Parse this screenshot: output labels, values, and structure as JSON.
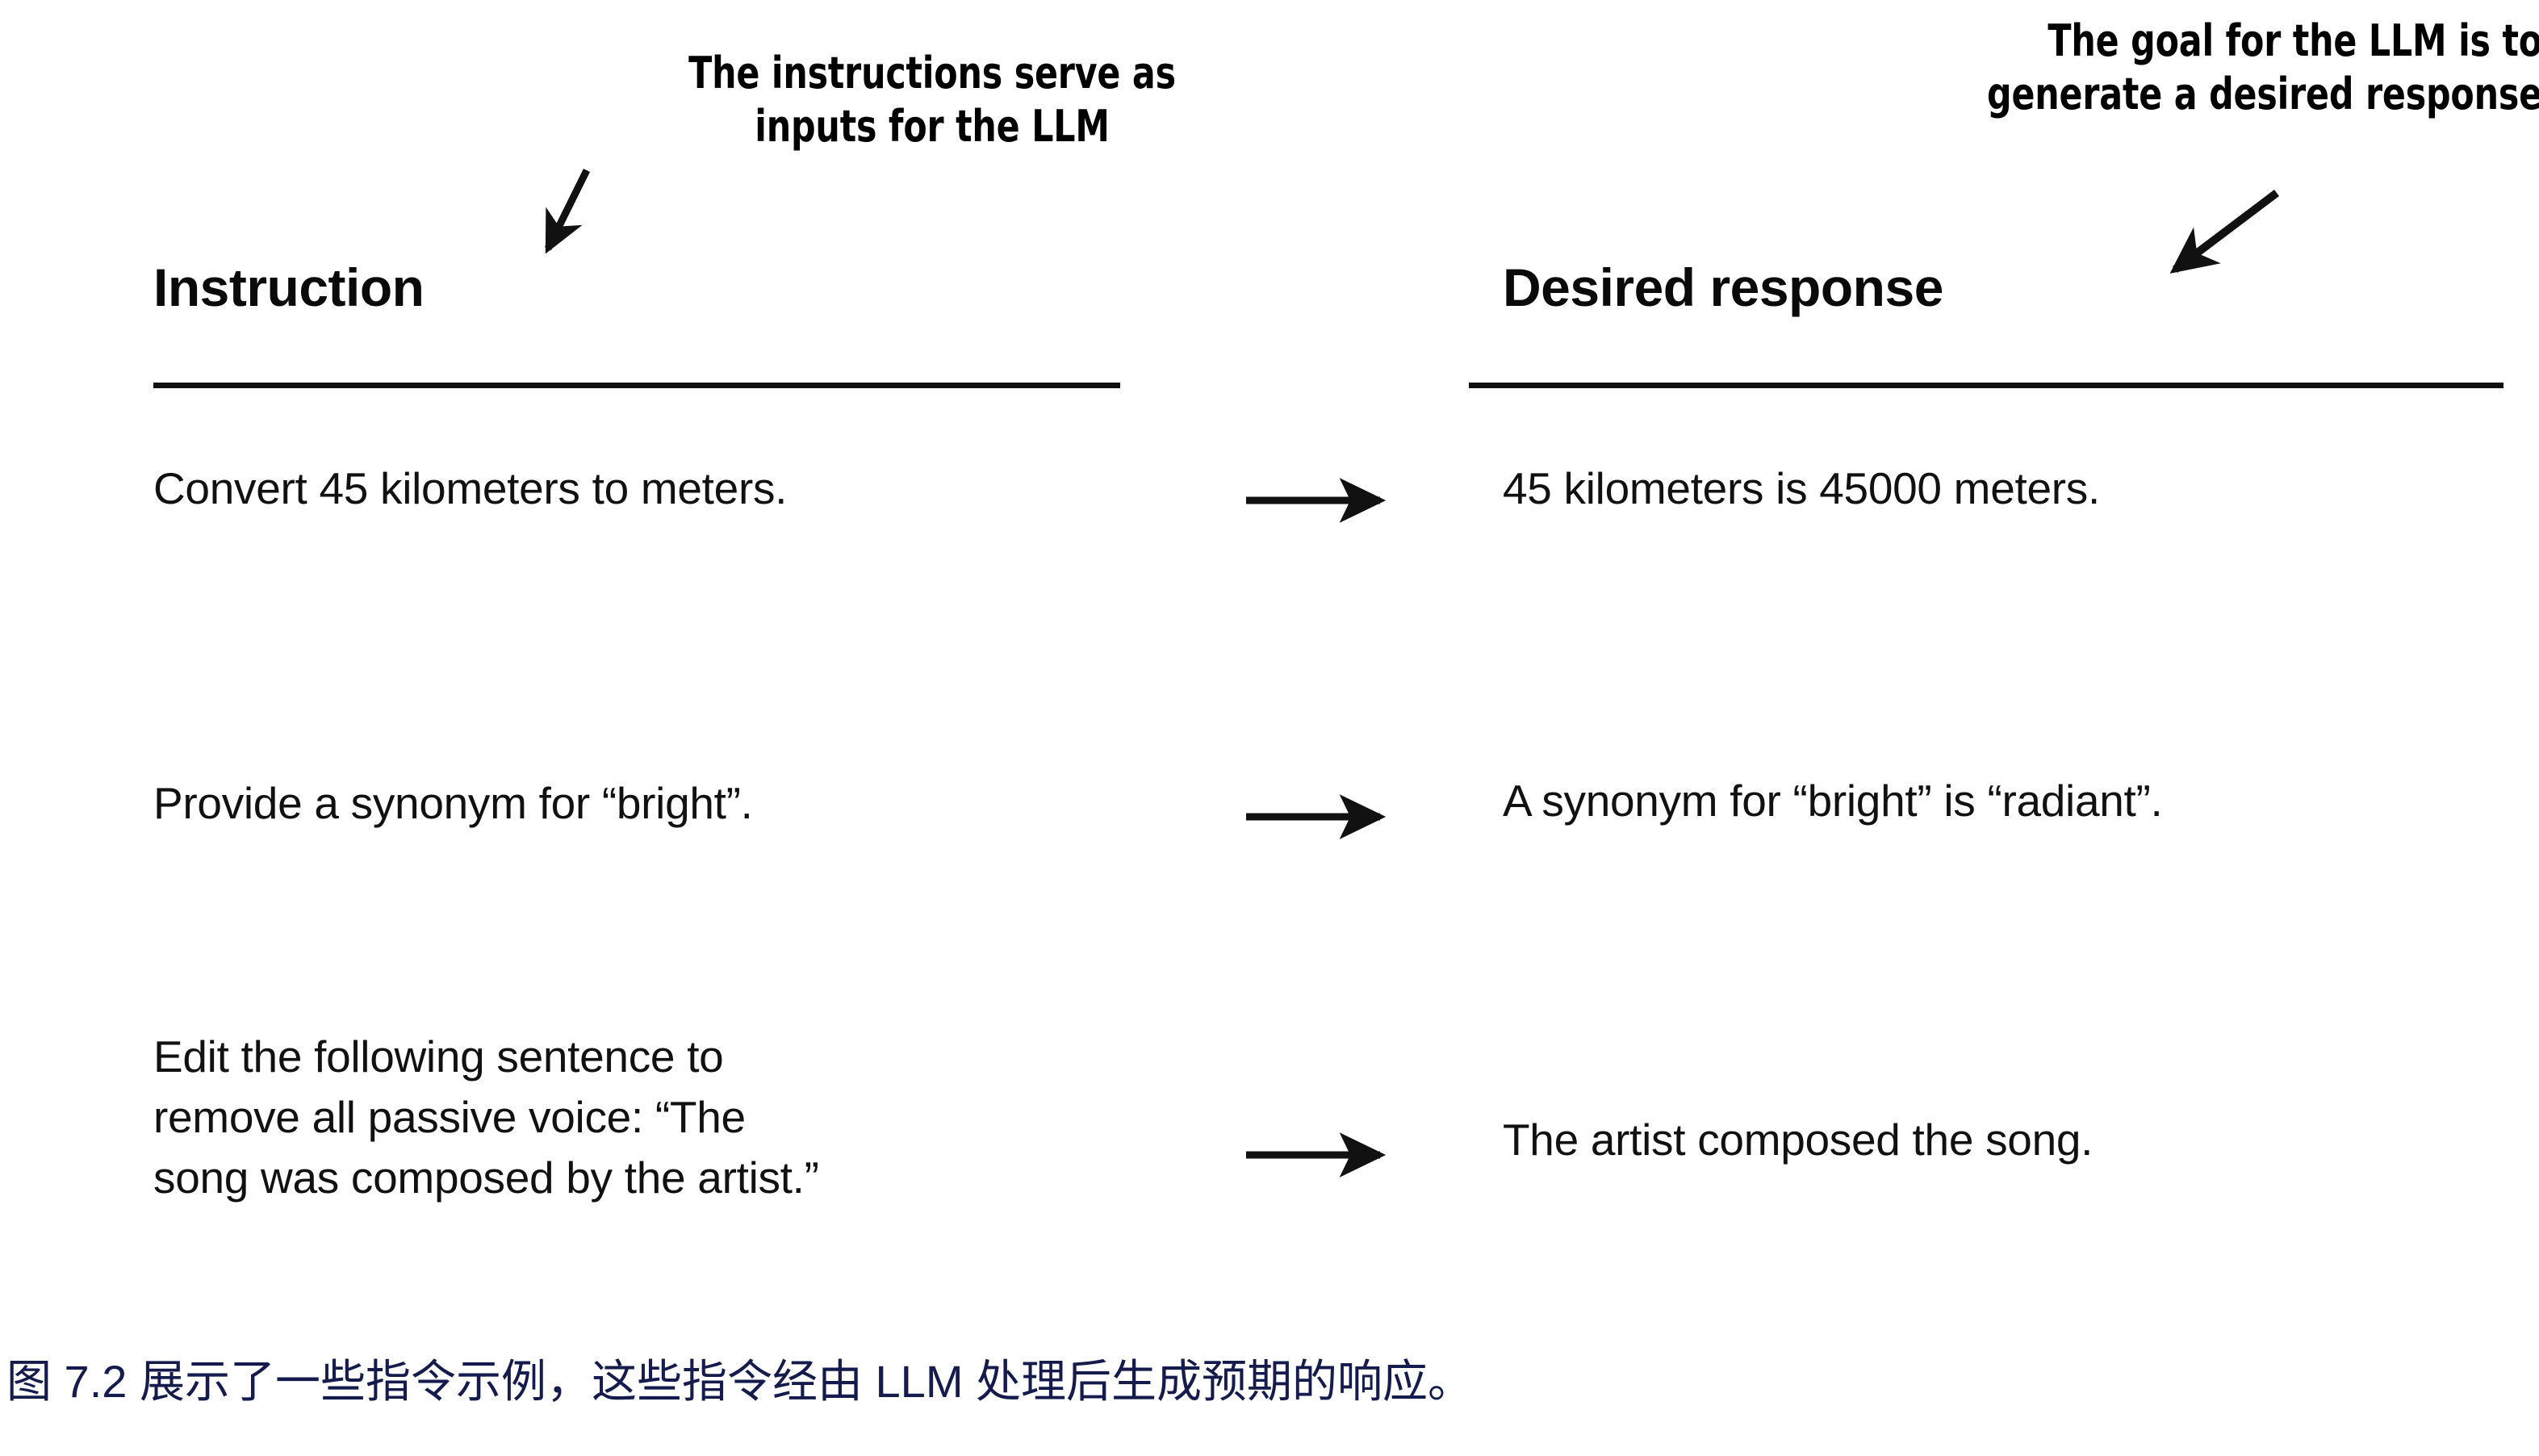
{
  "figure": {
    "background_color": "#ffffff",
    "ink_color": "#000000",
    "caption_color": "#161b4d"
  },
  "annotations": {
    "left": {
      "text": "The instructions serve as\ninputs for the LLM",
      "points_to": "Instruction"
    },
    "right": {
      "text": "The goal for the LLM is to\ngenerate a desired response",
      "points_to": "Desired response"
    }
  },
  "columns": {
    "instruction_heading": "Instruction",
    "response_heading": "Desired response"
  },
  "rows": [
    {
      "instruction": "Convert 45 kilometers to meters.",
      "response": "45 kilometers is 45000 meters.",
      "arrow": "right-arrow"
    },
    {
      "instruction": "Provide a synonym for “bright”.",
      "response": "A synonym for “bright” is “radiant”.",
      "arrow": "right-arrow"
    },
    {
      "instruction": "Edit the following sentence to\nremove all passive voice: “The\nsong was composed by the artist.”",
      "response": "The artist composed the song.",
      "arrow": "right-arrow"
    }
  ],
  "caption": {
    "text": "图 7.2 展示了一些指令示例，这些指令经由 LLM 处理后生成预期的响应。",
    "figure_number": "7.2"
  }
}
